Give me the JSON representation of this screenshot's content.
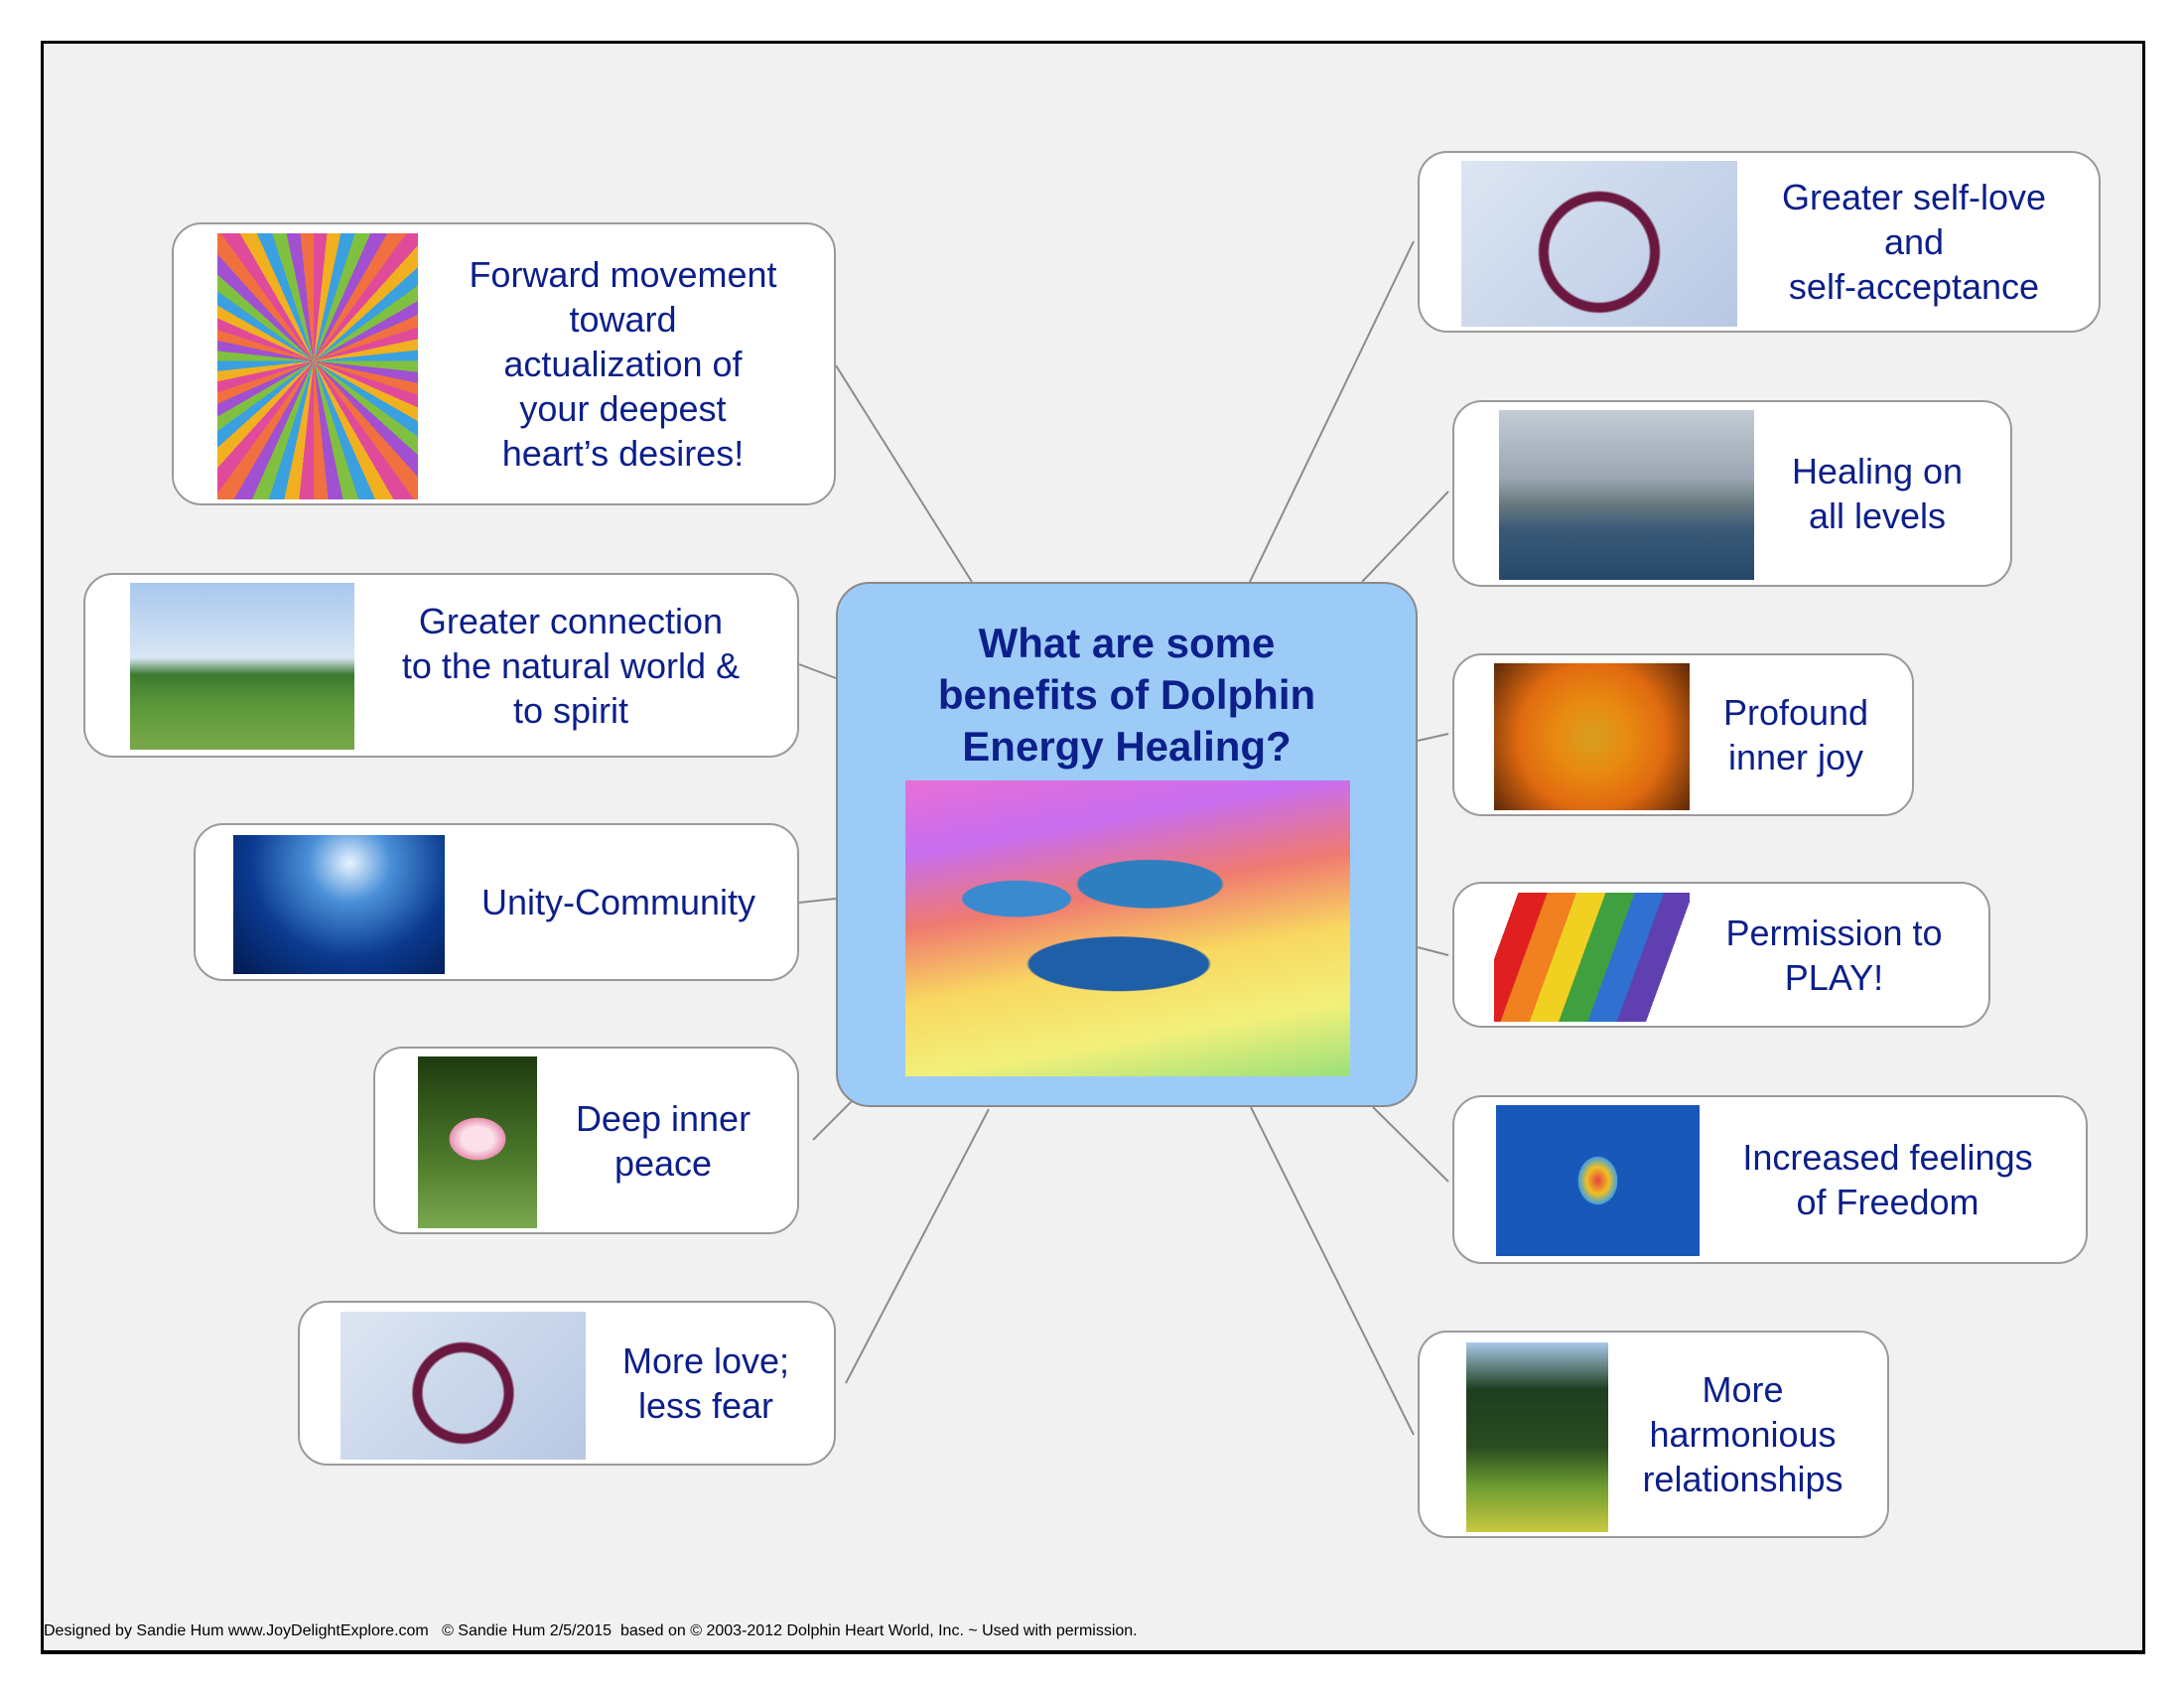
{
  "center": {
    "title": "What are some\nbenefits of Dolphin\nEnergy Healing?",
    "image": "dolphins-rainbow-image"
  },
  "nodes": [
    {
      "id": "forward",
      "text": "Forward movement\ntoward\nactualization of\nyour deepest\nheart’s desires!",
      "image": "color-burst-image"
    },
    {
      "id": "connection",
      "text": "Greater connection\nto the natural world &\nto spirit",
      "image": "meadow-rainbow-image"
    },
    {
      "id": "unity",
      "text": "Unity-Community",
      "image": "dolphins-underwater-image"
    },
    {
      "id": "peace",
      "text": "Deep inner\npeace",
      "image": "lotus-image"
    },
    {
      "id": "love",
      "text": "More love;\nless fear",
      "image": "heart-painting-image"
    },
    {
      "id": "selflove",
      "text": "Greater self-love\nand\nself-acceptance",
      "image": "heart-painting-image"
    },
    {
      "id": "healing",
      "text": "Healing on\nall levels",
      "image": "rainbow-coast-image"
    },
    {
      "id": "joy",
      "text": "Profound\ninner joy",
      "image": "orange-flower-image"
    },
    {
      "id": "play",
      "text": "Permission to\nPLAY!",
      "image": "xylophone-image"
    },
    {
      "id": "freedom",
      "text": "Increased feelings\nof Freedom",
      "image": "hot-air-balloon-image"
    },
    {
      "id": "harmony",
      "text": "More\nharmonious\nrelationships",
      "image": "forest-meadow-image"
    }
  ],
  "footer": "Designed by Sandie Hum www.JoyDelightExplore.com   © Sandie Hum 2/5/2015  based on © 2003-2012 Dolphin Heart World, Inc. ~ Used with permission."
}
